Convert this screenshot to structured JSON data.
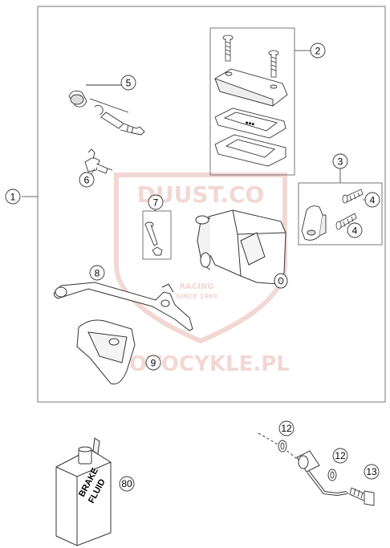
{
  "callouts": {
    "c1": "1",
    "c2": "2",
    "c3": "3",
    "c4a": "4",
    "c4b": "4",
    "c5": "5",
    "c6": "6",
    "c7": "7",
    "c8": "8",
    "c9": "9",
    "c12a": "12",
    "c12b": "12",
    "c13": "13",
    "c80": "80"
  },
  "fluid_label": {
    "line1": "BRAKE",
    "line2": "FLUID"
  },
  "watermark": {
    "brand": "DUUST.CO",
    "racing": "RACING",
    "since": "SINCE 1969",
    "site": "MOTOCYKLE.PL"
  },
  "colors": {
    "line": "#333333",
    "watermark": "#e8b8b0"
  }
}
